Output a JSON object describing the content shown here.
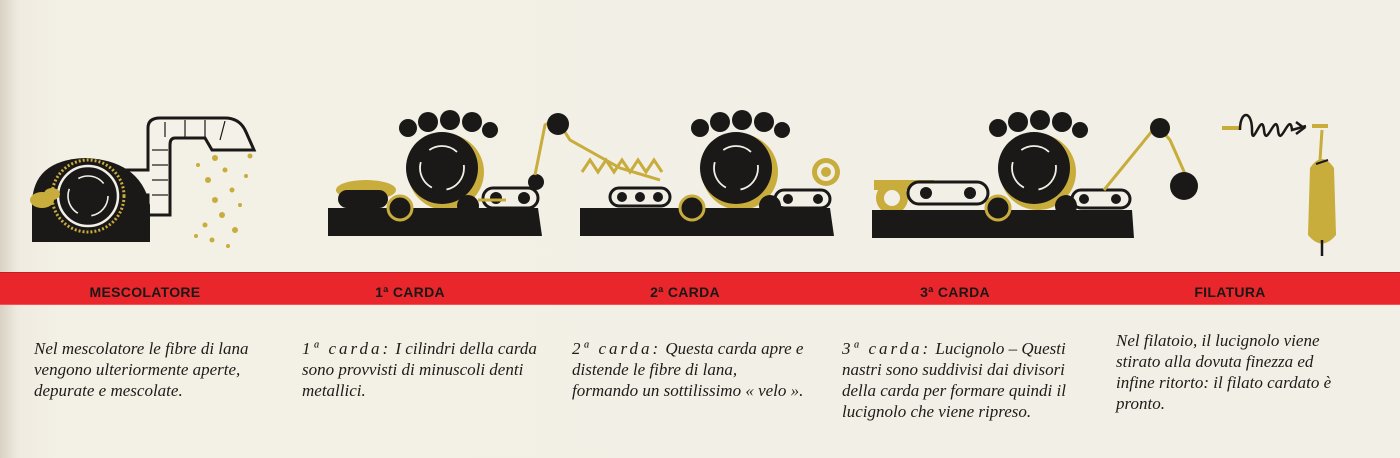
{
  "colors": {
    "band_red": "#e8262b",
    "machine_black": "#1b1918",
    "mustard": "#c8ac3c",
    "paper": "#f2efe6"
  },
  "stages": [
    {
      "label": "MESCOLATORE",
      "description": "Nel mescolatore le fibre di lana vengono ulteriormente aperte, depurate e mescolate."
    },
    {
      "label": "1ª CARDA",
      "description_prefix": "1ª carda:",
      "description": "I cilindri della carda sono provvisti di minuscoli denti metallici."
    },
    {
      "label": "2ª CARDA",
      "description_prefix": "2ª carda:",
      "description": "Questa carda apre e distende le fibre di lana, formando un sottilissimo « velo »."
    },
    {
      "label": "3ª CARDA",
      "description_prefix": "3ª carda:",
      "description": "Lucignolo – Questi nastri sono suddivisi dai divisori della carda per formare quindi il lucignolo che viene ripreso."
    },
    {
      "label": "FILATURA",
      "description": "Nel filatoio, il lucignolo viene stirato alla dovuta finezza ed infine ritorto: il filato cardato è pronto."
    }
  ]
}
